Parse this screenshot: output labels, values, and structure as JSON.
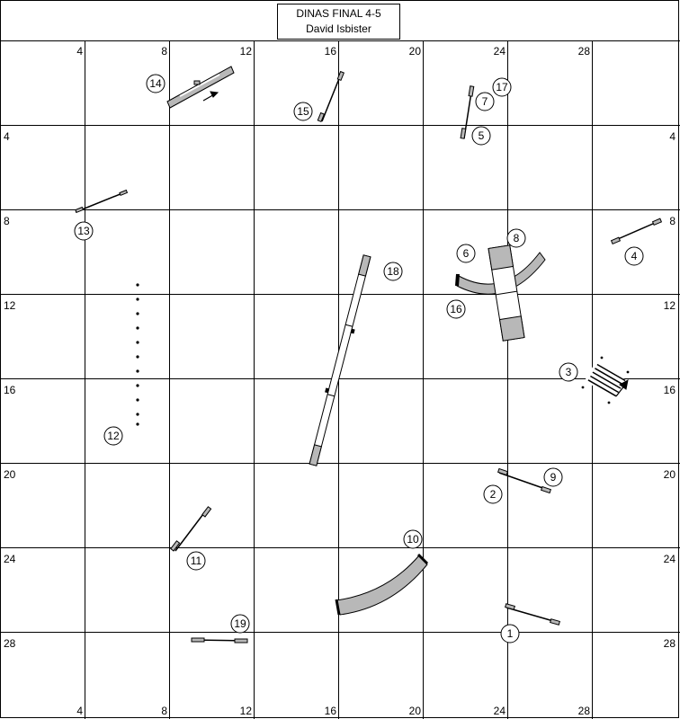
{
  "course": {
    "title": "DINAS FINAL 4-5",
    "judge": "David Isbister"
  },
  "axis": {
    "top": [
      "4",
      "8",
      "12",
      "16",
      "20",
      "24",
      "28"
    ],
    "bottom": [
      "4",
      "8",
      "12",
      "16",
      "20",
      "24",
      "28"
    ],
    "left": [
      "4",
      "8",
      "12",
      "16",
      "20",
      "24",
      "28"
    ],
    "right": [
      "4",
      "8",
      "12",
      "16",
      "20",
      "24",
      "28"
    ]
  },
  "numbers": {
    "n1": "1",
    "n2": "2",
    "n3": "3",
    "n4": "4",
    "n5": "5",
    "n6": "6",
    "n7": "7",
    "n8": "8",
    "n9": "9",
    "n10": "10",
    "n11": "11",
    "n12": "12",
    "n13": "13",
    "n14": "14",
    "n15": "15",
    "n16": "16",
    "n17": "17",
    "n18": "18",
    "n19": "19"
  },
  "colors": {
    "line": "#000000",
    "fill": "#b8b8b8",
    "background": "#ffffff"
  }
}
